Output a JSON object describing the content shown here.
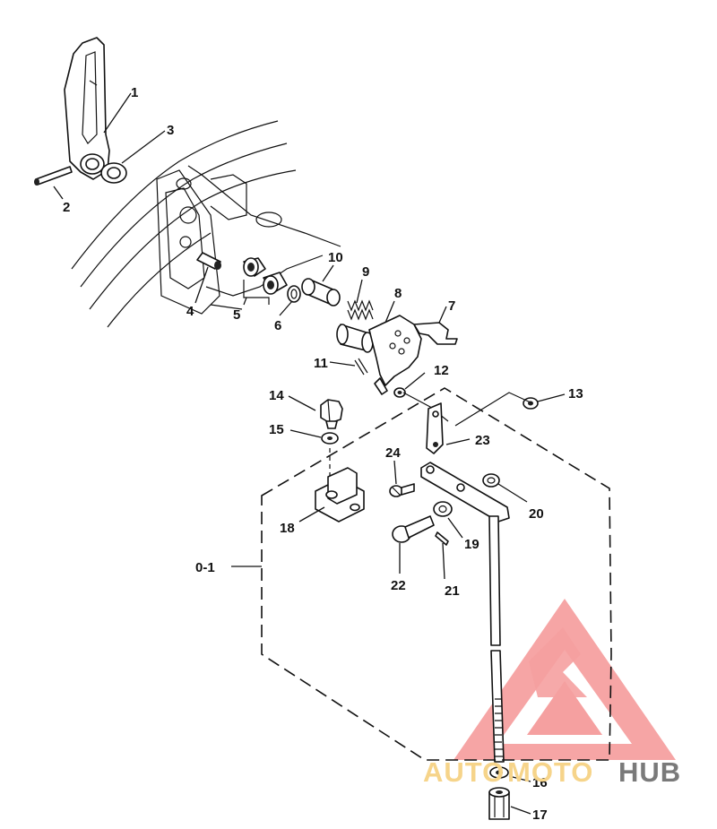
{
  "callouts": {
    "c1": "1",
    "c2": "2",
    "c3": "3",
    "c4": "4",
    "c5": "5",
    "c6": "6",
    "c7": "7",
    "c8": "8",
    "c9": "9",
    "c10": "10",
    "c11": "11",
    "c12": "12",
    "c13": "13",
    "c14": "14",
    "c15": "15",
    "c16": "16",
    "c17": "17",
    "c18": "18",
    "c19": "19",
    "c20": "20",
    "c21": "21",
    "c22": "22",
    "c23": "23",
    "c24": "24"
  },
  "assembly_label": "0-1",
  "watermark": {
    "part1": "AUTO",
    "part2": "MOTO",
    "part3": "HUB",
    "color_primary": "#f5a0a0",
    "color_secondary": "#f6d48a",
    "color_tertiary": "#7a7a7a"
  }
}
